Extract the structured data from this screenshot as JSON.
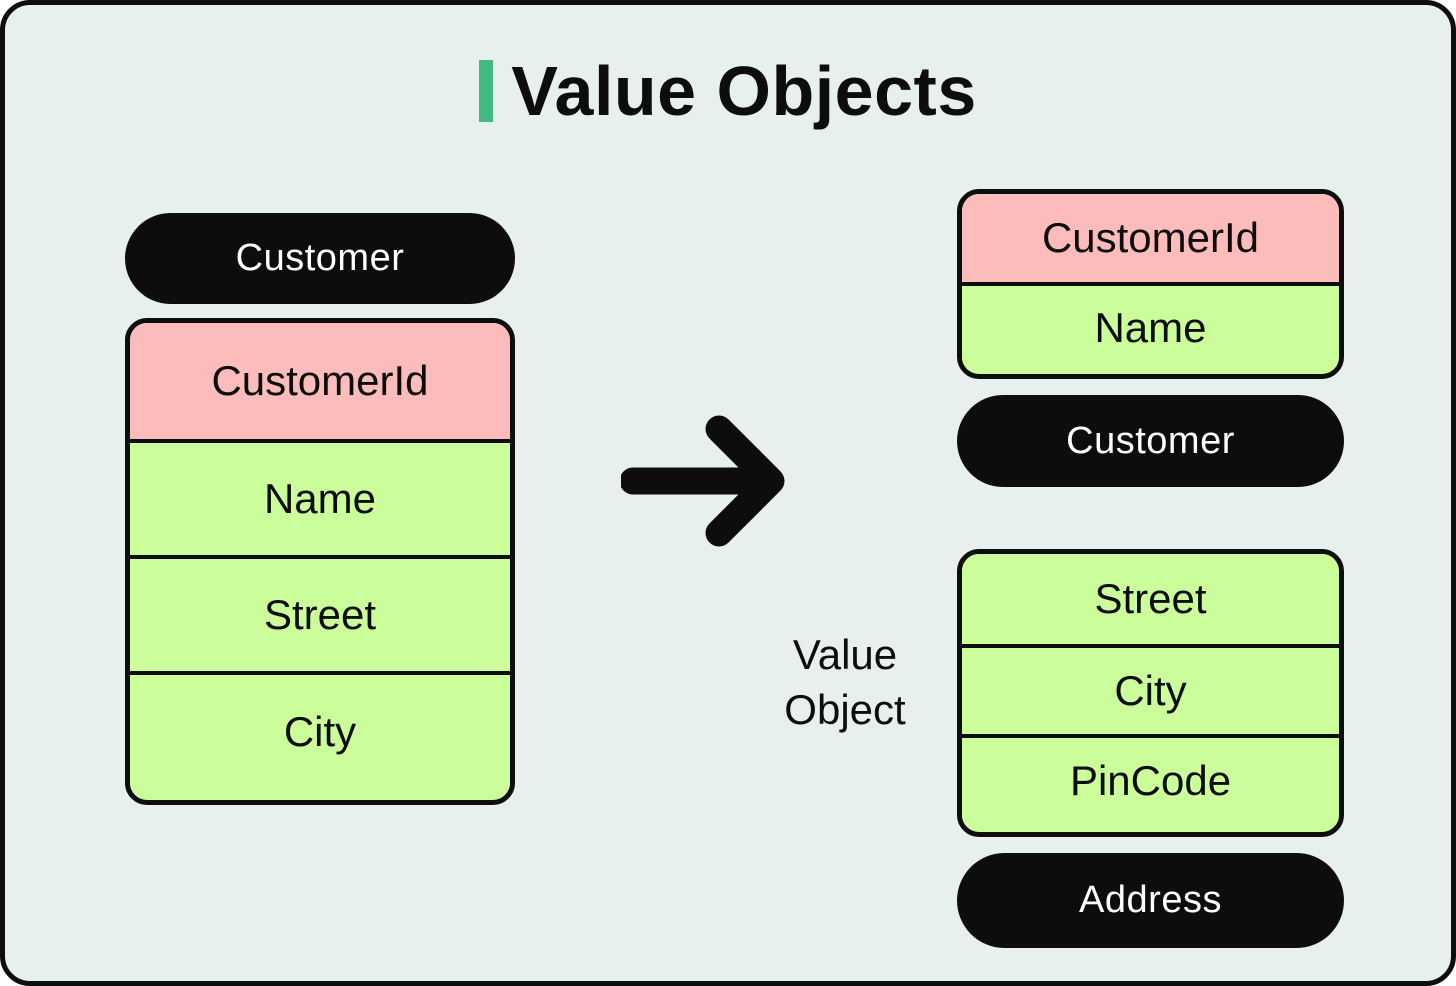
{
  "title": {
    "text": "Value Objects"
  },
  "colors": {
    "background": "#e7f0ec",
    "pink": "#fcbcbb",
    "green": "#cbfe9b",
    "accent": "#42ba80",
    "ink": "#0d0d0d"
  },
  "left_entity": {
    "pill": "Customer",
    "rows": [
      {
        "label": "CustomerId",
        "type": "id"
      },
      {
        "label": "Name",
        "type": "value"
      },
      {
        "label": "Street",
        "type": "value"
      },
      {
        "label": "City",
        "type": "value"
      }
    ]
  },
  "arrow": {
    "icon": "right-arrow-icon"
  },
  "right_entity": {
    "rows": [
      {
        "label": "CustomerId",
        "type": "id"
      },
      {
        "label": "Name",
        "type": "value"
      }
    ],
    "pill": "Customer"
  },
  "value_object": {
    "annotation": "Value Object",
    "rows": [
      {
        "label": "Street",
        "type": "value"
      },
      {
        "label": "City",
        "type": "value"
      },
      {
        "label": "PinCode",
        "type": "value"
      }
    ],
    "pill": "Address"
  }
}
